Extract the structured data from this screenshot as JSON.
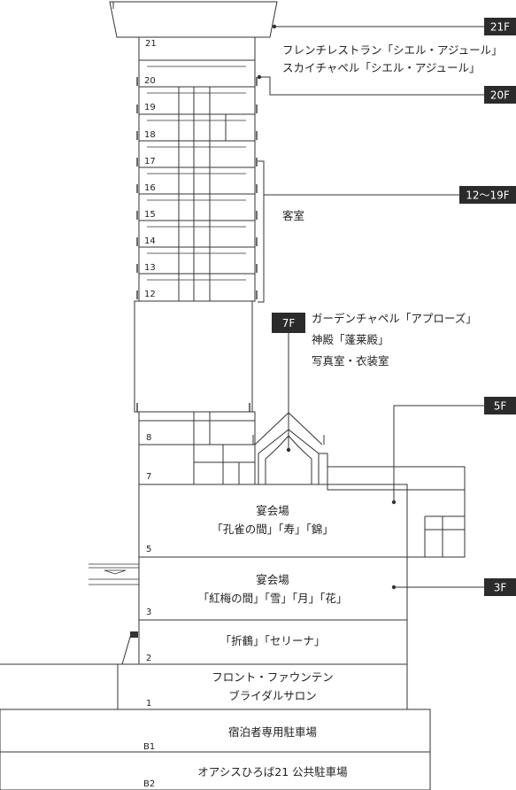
{
  "floor_labels": {
    "f21": "21",
    "f20": "20",
    "f19": "19",
    "f18": "18",
    "f17": "17",
    "f16": "16",
    "f15": "15",
    "f14": "14",
    "f13": "13",
    "f12": "12",
    "f8": "8",
    "f7": "7",
    "f5": "5",
    "f3": "3",
    "f2": "2",
    "f1": "1",
    "b1": "B1",
    "b2": "B2"
  },
  "callouts": {
    "c21": {
      "tag": "21F",
      "line1": "フレンチレストラン「シエル・アジュール」",
      "line2": "スカイチャペル「シエル・アジュール」"
    },
    "c20": {
      "tag": "20F"
    },
    "c12_19": {
      "tag": "12～19F",
      "line1": "客室"
    },
    "c7": {
      "tag": "7F",
      "line1": "ガーデンチャペル「アプローズ」",
      "line2": "神殿「蓬莱殿」",
      "line3": "写真室・衣装室"
    },
    "c5": {
      "tag": "5F"
    },
    "c3": {
      "tag": "3F"
    }
  },
  "rooms": {
    "f5_line1": "宴会場",
    "f5_line2": "「孔雀の間」「寿」「錦」",
    "f3_line1": "宴会場",
    "f3_line2": "「紅梅の間」「雪」「月」「花」",
    "f2_line1": "「折鶴」「セリーナ」",
    "f1_line1": "フロント・ファウンテン",
    "f1_line2": "ブライダルサロン",
    "b1_line1": "宿泊者専用駐車場",
    "b2_line1": "オアシスひろば21 公共駐車場"
  },
  "colors": {
    "line": "#333333",
    "tag_bg": "#2b2b2b",
    "tag_text": "#ffffff"
  }
}
